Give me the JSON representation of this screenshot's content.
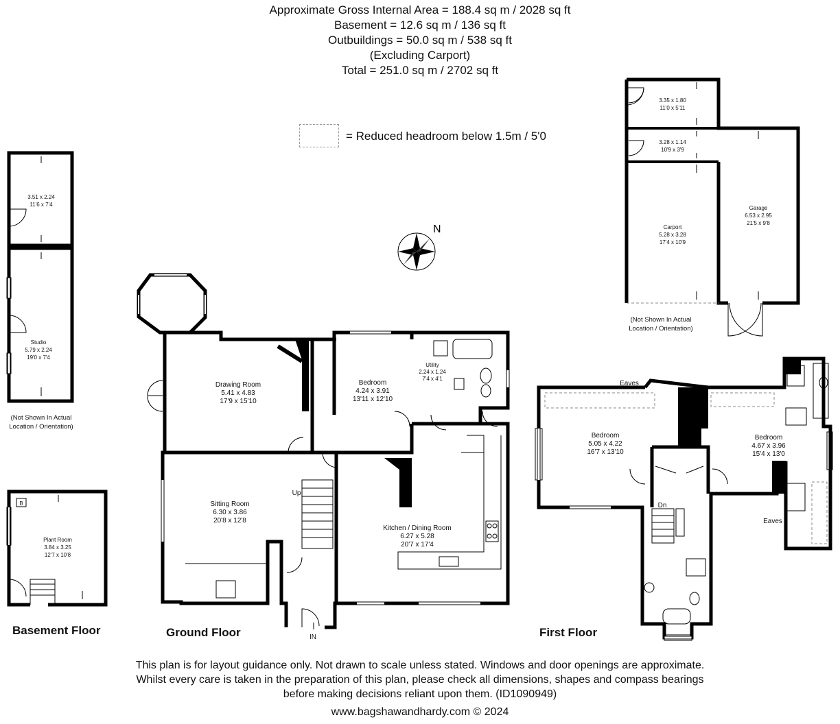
{
  "header": {
    "line1": "Approximate Gross Internal Area = 188.4 sq m / 2028 sq ft",
    "line2": "Basement = 12.6 sq m / 136 sq ft",
    "line3": "Outbuildings = 50.0 sq m / 538 sq ft",
    "line4": "(Excluding Carport)",
    "line5": "Total = 251.0 sq m / 2702 sq ft"
  },
  "legend": {
    "text": "= Reduced headroom below 1.5m / 5'0"
  },
  "compass": {
    "label": "N"
  },
  "outbuildings_left": {
    "store": {
      "metric": "3.51 x 2.24",
      "imperial": "11'6 x 7'4"
    },
    "studio": {
      "name": "Studio",
      "metric": "5.79 x 2.24",
      "imperial": "19'0 x 7'4"
    },
    "note1": "(Not Shown In Actual",
    "note2": "Location / Orientation)"
  },
  "outbuildings_right": {
    "store1": {
      "metric": "3.35 x 1.80",
      "imperial": "11'0 x 5'11"
    },
    "store2": {
      "metric": "3.28 x 1.14",
      "imperial": "10'9 x 3'9"
    },
    "carport": {
      "name": "Carport",
      "metric": "5.28 x 3.28",
      "imperial": "17'4 x 10'9"
    },
    "garage": {
      "name": "Garage",
      "metric": "6.53 x 2.95",
      "imperial": "21'5 x 9'8"
    },
    "note1": "(Not Shown In Actual",
    "note2": "Location / Orientation)"
  },
  "basement": {
    "plant_room": {
      "name": "Plant Room",
      "metric": "3.84 x 3.25",
      "imperial": "12'7 x 10'8"
    },
    "boiler": "B",
    "floor_label": "Basement Floor"
  },
  "ground": {
    "drawing_room": {
      "name": "Drawing Room",
      "metric": "5.41 x 4.83",
      "imperial": "17'9 x 15'10"
    },
    "bedroom": {
      "name": "Bedroom",
      "metric": "4.24 x 3.91",
      "imperial": "13'11 x 12'10"
    },
    "utility": {
      "name": "Utility",
      "metric": "2.24 x 1.24",
      "imperial": "7'4 x 4'1"
    },
    "sitting_room": {
      "name": "Sitting Room",
      "metric": "6.30 x 3.86",
      "imperial": "20'8 x 12'8"
    },
    "kitchen": {
      "name": "Kitchen / Dining Room",
      "metric": "6.27 x 5.28",
      "imperial": "20'7 x 17'4"
    },
    "up": "Up",
    "entrance": "IN",
    "floor_label": "Ground Floor"
  },
  "first": {
    "bedroom1": {
      "name": "Bedroom",
      "metric": "5.05 x 4.22",
      "imperial": "16'7 x 13'10"
    },
    "bedroom2": {
      "name": "Bedroom",
      "metric": "4.67 x 3.96",
      "imperial": "15'4 x 13'0"
    },
    "eaves1": "Eaves",
    "eaves2": "Eaves",
    "down": "Dn",
    "floor_label": "First Floor"
  },
  "footer": {
    "line1": "This plan is for layout guidance only. Not drawn to scale unless stated. Windows and door openings are approximate.",
    "line2": "Whilst every care is taken in the preparation of this plan, please check all dimensions, shapes and compass bearings",
    "line3": "before making decisions reliant upon them. (ID1090949)",
    "line4": "www.bagshawandhardy.com © 2024"
  }
}
